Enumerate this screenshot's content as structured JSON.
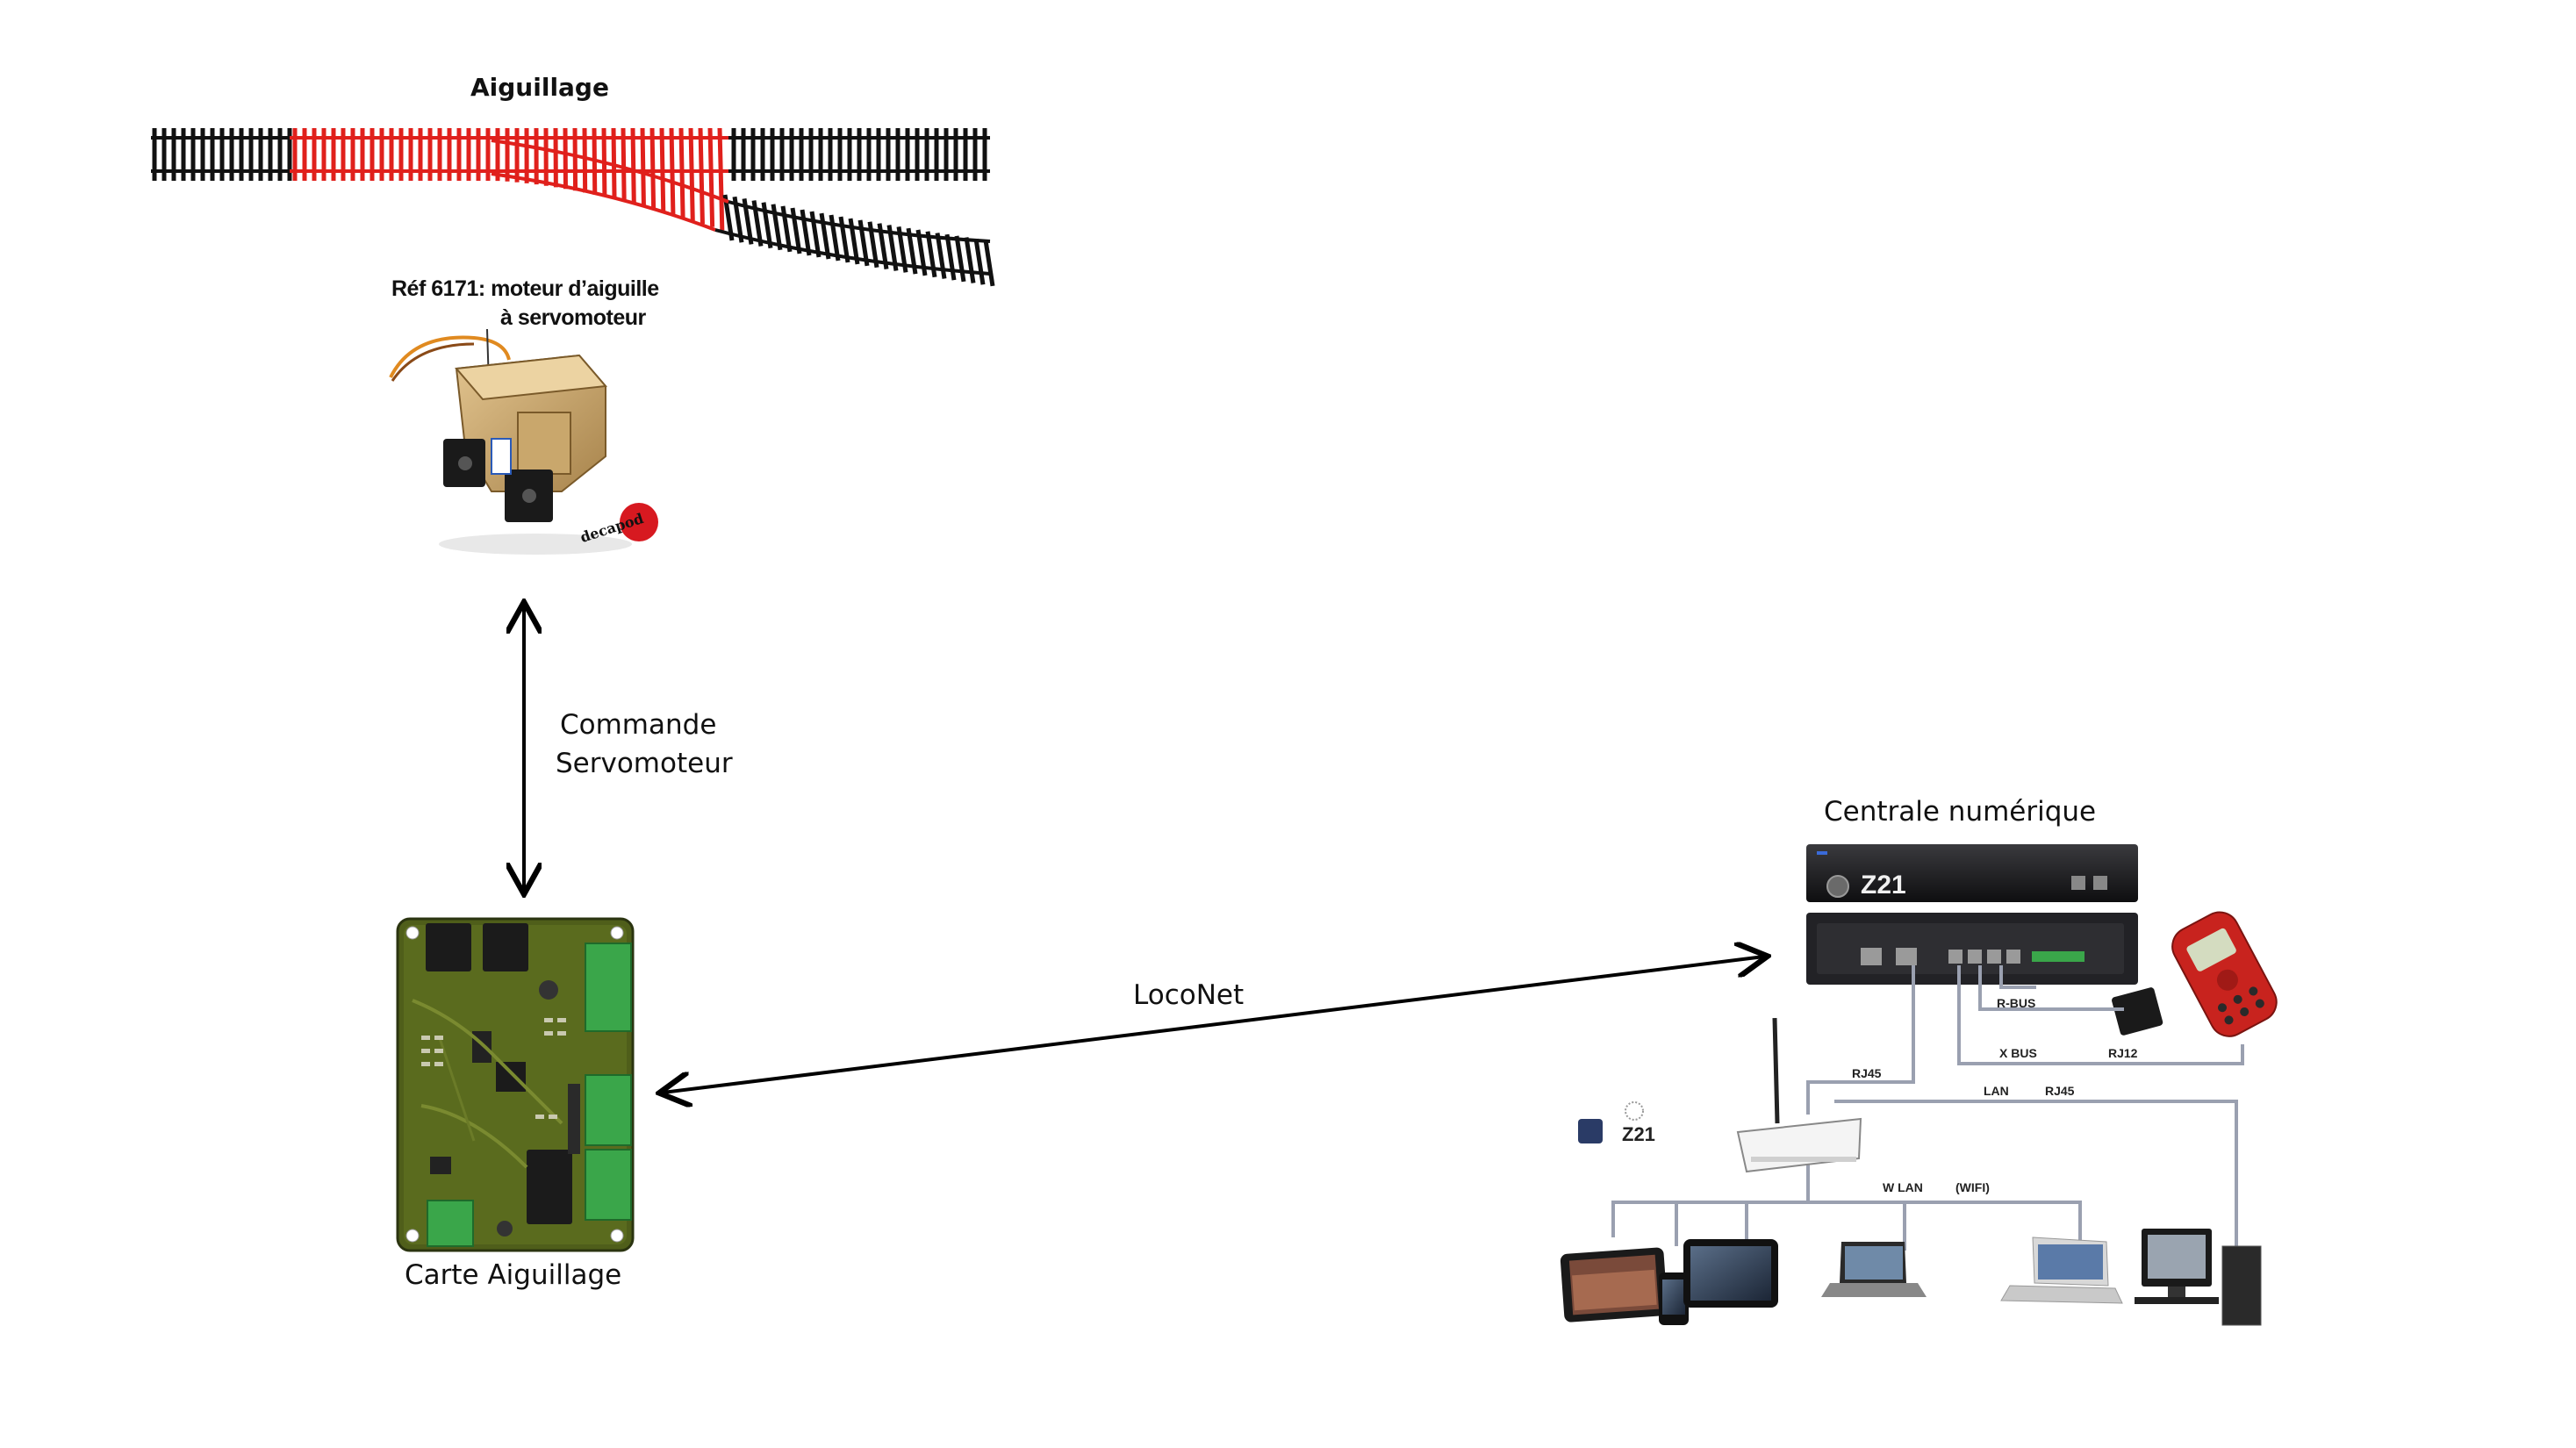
{
  "diagram": {
    "turnout_title": "Aiguillage",
    "servo_caption_line1": "Réf 6171: moteur d’aiguille",
    "servo_caption_line2": "à servomoteur",
    "servo_brand": "decapod",
    "command_label_line1": "Commande",
    "command_label_line2": "Servomoteur",
    "board_label": "Carte Aiguillage",
    "link_label": "LocoNet",
    "central_label": "Centrale numérique",
    "z21_logo": "Z21",
    "network_labels": {
      "rbus": "R-BUS",
      "xbus": "X BUS",
      "rj12": "RJ12",
      "rj45_a": "RJ45",
      "lan": "LAN",
      "rj45_b": "RJ45",
      "wlan": "W LAN",
      "wifi": "(WIFI)"
    },
    "colors": {
      "rail_black": "#111111",
      "rail_red": "#e0201c",
      "pcb_green": "#5a6b1e",
      "connector_green": "#3aa64a",
      "handset_red": "#c8231e",
      "arrow": "#000000"
    }
  }
}
